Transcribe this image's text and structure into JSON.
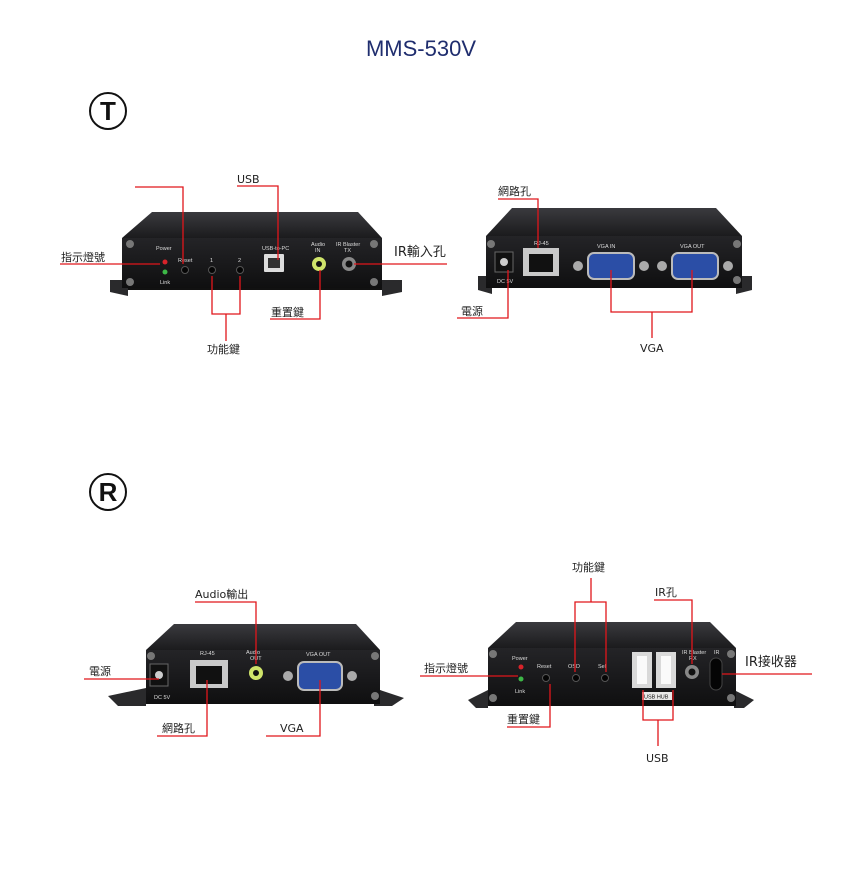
{
  "title": "MMS-530V",
  "transmitter": {
    "marker": "T",
    "front": {
      "panel": {
        "power": "Power",
        "link": "Link",
        "reset": "Reset",
        "btn1": "1",
        "btn2": "2",
        "usb": "USB-to-PC",
        "audio_l1": "Audio",
        "audio_l2": "IN",
        "ir_l1": "IR Blaster",
        "ir_l2": "TX"
      },
      "callouts": {
        "indicator": "指示燈號",
        "usb": "USB",
        "ir_input": "IR輸入孔",
        "reset_key": "重置鍵",
        "function_keys": "功能鍵"
      }
    },
    "back": {
      "panel": {
        "rj45": "RJ-45",
        "dc": "DC 5V",
        "vga_in": "VGA IN",
        "vga_out": "VGA OUT"
      },
      "callouts": {
        "network": "網路孔",
        "power": "電源",
        "vga": "VGA"
      }
    }
  },
  "receiver": {
    "marker": "R",
    "back": {
      "panel": {
        "rj45": "RJ-45",
        "dc": "DC 5V",
        "audio_l1": "Audio",
        "audio_l2": "OUT",
        "vga_out": "VGA OUT"
      },
      "callouts": {
        "audio_out": "Audio輸出",
        "power": "電源",
        "network": "網路孔",
        "vga": "VGA"
      }
    },
    "front": {
      "panel": {
        "power": "Power",
        "link": "Link",
        "reset": "Reset",
        "osd": "OSD",
        "sel": "Sel",
        "usb_hub": "USB HUB",
        "ir_l1": "IR Blaster",
        "ir_l2": "RX",
        "ir": "IR"
      },
      "callouts": {
        "function_keys": "功能鍵",
        "ir_port": "IR孔",
        "indicator": "指示燈號",
        "ir_receiver": "IR接收器",
        "reset_key": "重置鍵",
        "usb": "USB"
      }
    }
  },
  "colors": {
    "title": "#1f2d6e",
    "callout_line": "#e0161b",
    "device_body": "#1c1c1e"
  }
}
